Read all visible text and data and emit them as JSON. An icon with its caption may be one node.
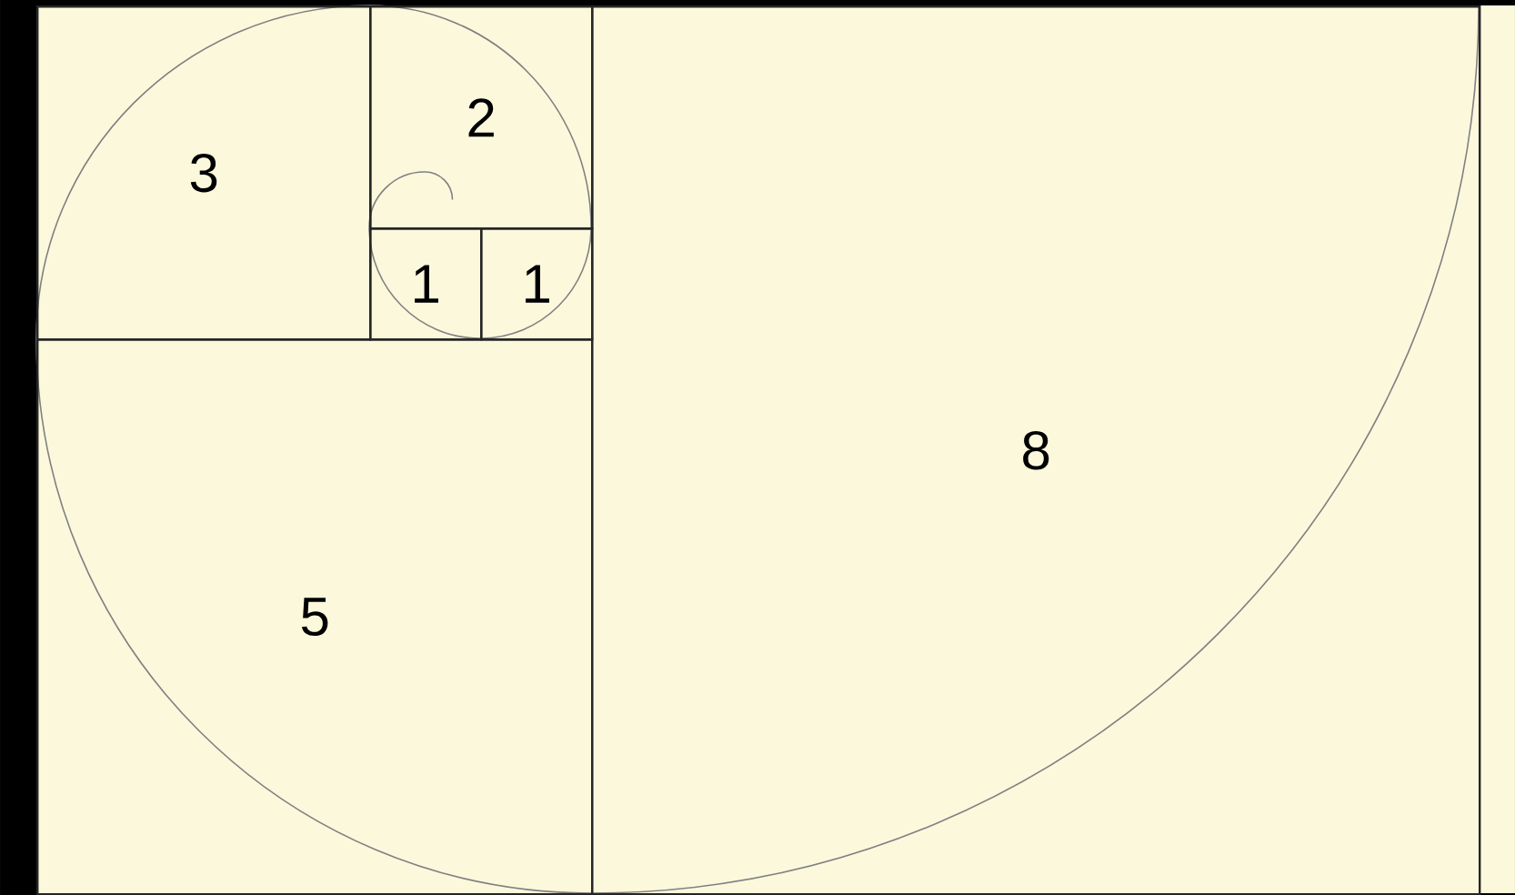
{
  "diagram": {
    "nodes": [
      {
        "text": [
          "3"
        ]
      },
      {
        "text": [
          "2"
        ]
      },
      {
        "text": [
          "1"
        ]
      },
      {
        "text": [
          "1"
        ]
      },
      {
        "text": [
          "8"
        ]
      },
      {
        "text": [
          "5"
        ]
      }
    ]
  }
}
